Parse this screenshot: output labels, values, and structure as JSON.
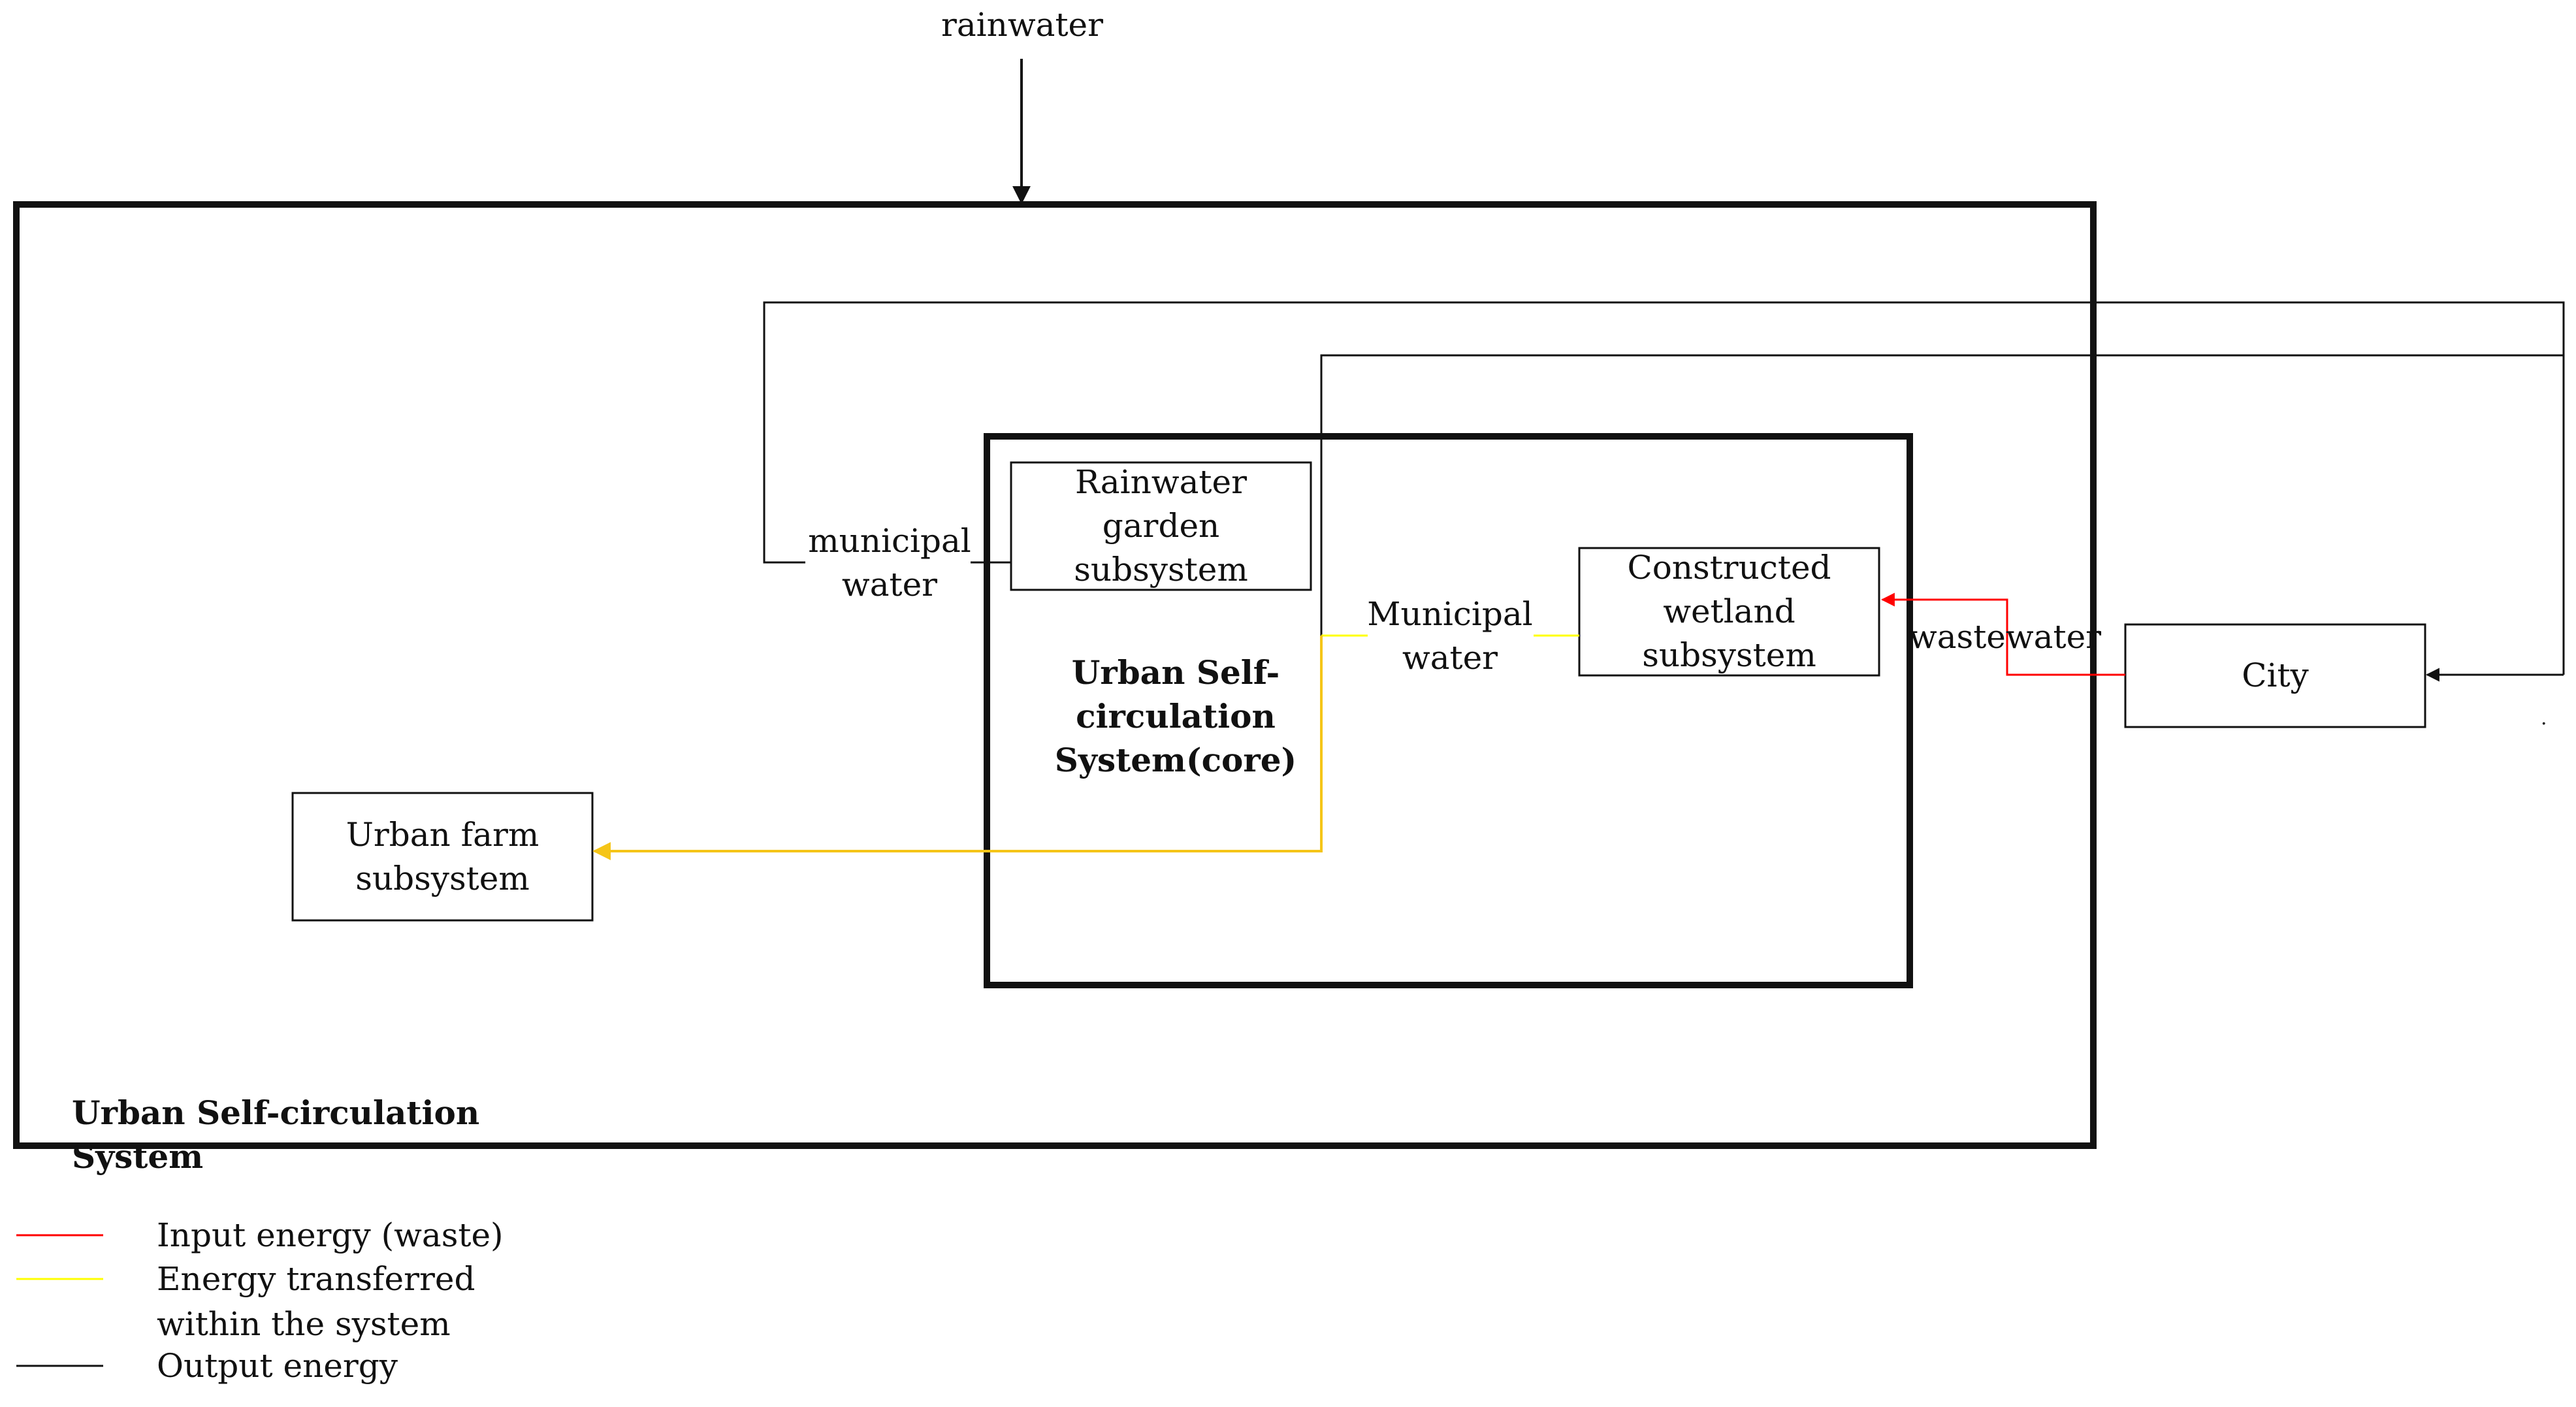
{
  "colors": {
    "input_energy": "#ff0000",
    "internal_energy": "#ffff00",
    "flow_to_farm": "#f5c518",
    "output_energy": "#111111",
    "box_border": "#111111"
  },
  "labels": {
    "rainwater": "rainwater",
    "municipal_water_left": "municipal\nwater",
    "municipal_water_center": "Municipal\nwater",
    "wastewater": "wastewater",
    "core_system": "Urban Self-\ncirculation\nSystem(core)",
    "outer_system": "Urban Self-circulation System",
    "trailing_dot": "."
  },
  "nodes": {
    "rain_garden": "Rainwater\ngarden\nsubsystem",
    "wetland": "Constructed\nwetland\nsubsystem",
    "urban_farm": "Urban farm\nsubsystem",
    "city": "City"
  },
  "legend": {
    "input": "Input energy (waste)",
    "transferred": "Energy transferred\nwithin the system",
    "output": "Output energy"
  }
}
